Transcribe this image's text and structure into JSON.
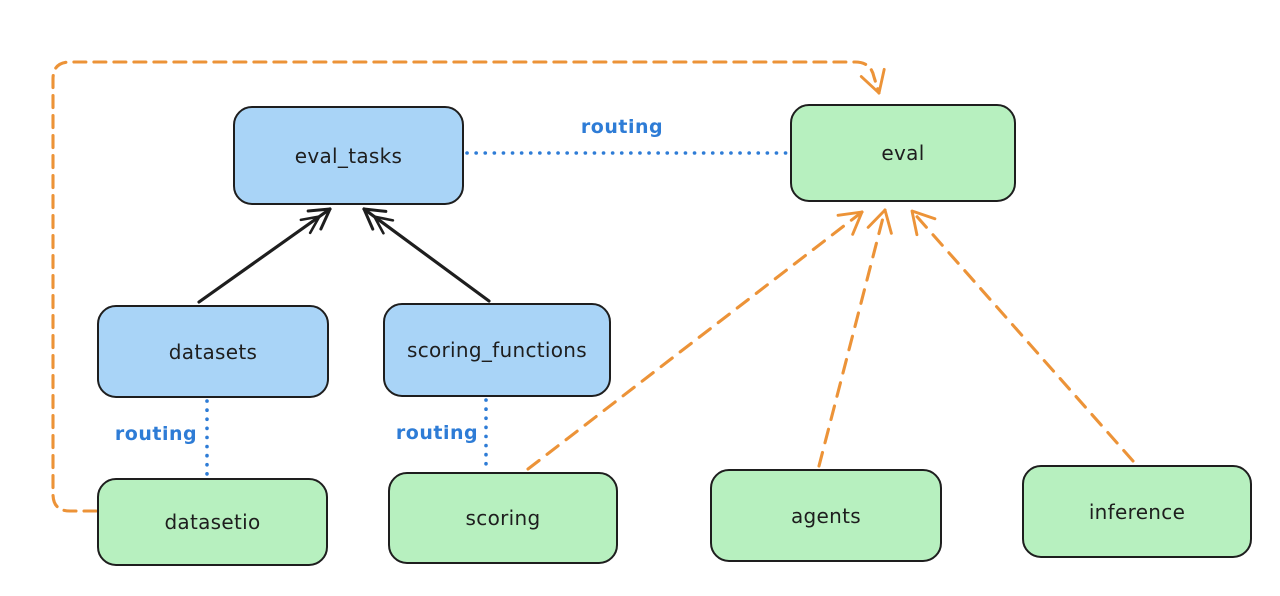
{
  "diagram": {
    "style": "hand-drawn architecture diagram",
    "colors": {
      "background": "#ffffff",
      "node_stroke": "#1e1e1e",
      "blue_node_fill": "#a9d4f7",
      "green_node_fill": "#b7f0bf",
      "orange_edge": "#ec9338",
      "routing_blue": "#2e7cd6",
      "black_edge": "#1e1e1e"
    },
    "nodes": {
      "eval_tasks": {
        "label": "eval_tasks",
        "fill": "#a9d4f7"
      },
      "eval": {
        "label": "eval",
        "fill": "#b7f0bf"
      },
      "datasets": {
        "label": "datasets",
        "fill": "#a9d4f7"
      },
      "scoring_functions": {
        "label": "scoring_functions",
        "fill": "#a9d4f7"
      },
      "datasetio": {
        "label": "datasetio",
        "fill": "#b7f0bf"
      },
      "scoring": {
        "label": "scoring",
        "fill": "#b7f0bf"
      },
      "agents": {
        "label": "agents",
        "fill": "#b7f0bf"
      },
      "inference": {
        "label": "inference",
        "fill": "#b7f0bf"
      }
    },
    "edges": [
      {
        "from": "datasets",
        "to": "eval_tasks",
        "style": "solid-arrow",
        "color": "#1e1e1e"
      },
      {
        "from": "scoring_functions",
        "to": "eval_tasks",
        "style": "solid-arrow",
        "color": "#1e1e1e"
      },
      {
        "from": "eval_tasks",
        "to": "eval",
        "style": "dotted",
        "color": "#2e7cd6",
        "label": "routing"
      },
      {
        "from": "datasets",
        "to": "datasetio",
        "style": "dotted",
        "color": "#2e7cd6",
        "label": "routing"
      },
      {
        "from": "scoring_functions",
        "to": "scoring",
        "style": "dotted",
        "color": "#2e7cd6",
        "label": "routing"
      },
      {
        "from": "datasetio",
        "to": "eval",
        "style": "dashed-arrow",
        "color": "#ec9338"
      },
      {
        "from": "scoring",
        "to": "eval",
        "style": "dashed-arrow",
        "color": "#ec9338"
      },
      {
        "from": "agents",
        "to": "eval",
        "style": "dashed-arrow",
        "color": "#ec9338"
      },
      {
        "from": "inference",
        "to": "eval",
        "style": "dashed-arrow",
        "color": "#ec9338"
      }
    ]
  }
}
